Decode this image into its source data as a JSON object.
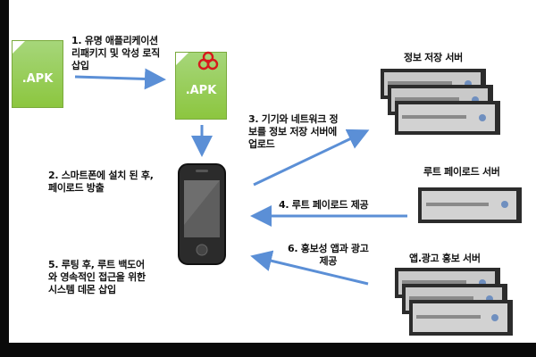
{
  "apk_clean": {
    "label": ".APK"
  },
  "apk_infected": {
    "label": ".APK",
    "badge": "biohazard-icon"
  },
  "steps": {
    "step1": "1. 유명 애플리케이션\n리패키지 및 악성 로직\n삽입",
    "step2": "2. 스마트폰에 설치 된 후,\n페이로드 방출",
    "step3": "3. 기기와 네트워크 정\n보를 정보 저장 서버에\n업로드",
    "step4": "4. 루트 페이로드 제공",
    "step5": "5. 루팅 후, 루트 백도어\n와 영속적인 접근을 위한\n시스템 데몬 삽입",
    "step6": "6. 홍보성 앱과 광고\n제공"
  },
  "servers": {
    "info_storage": "정보 저장 서버",
    "root_payload": "루트 페이로드 서버",
    "app_ad_promo": "앱.광고 홍보 서버"
  },
  "colors": {
    "arrow": "#5b8fd6",
    "apk_green": "#8cc63f",
    "biohazard": "#d7191c",
    "server_body": "#2c2c2c",
    "server_front": "#c9c9c9"
  }
}
